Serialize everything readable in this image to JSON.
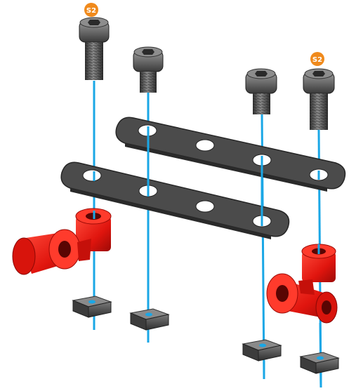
{
  "labels": {
    "badge_left": "S2",
    "badge_right": "S2"
  },
  "colors": {
    "assembly_axis": "#1aa7e6",
    "badge": "#f08a1c",
    "plate": "#4a4a4a",
    "connector": "#e31b14",
    "nut": "#555555",
    "screw": "#5a5a5a"
  },
  "parts": {
    "screws": [
      "screw-1",
      "screw-2",
      "screw-3",
      "screw-4"
    ],
    "plates": [
      "plate-back",
      "plate-front"
    ],
    "connectors": [
      "connector-left",
      "connector-right"
    ],
    "nuts": [
      "nut-1",
      "nut-2",
      "nut-3",
      "nut-4"
    ]
  }
}
